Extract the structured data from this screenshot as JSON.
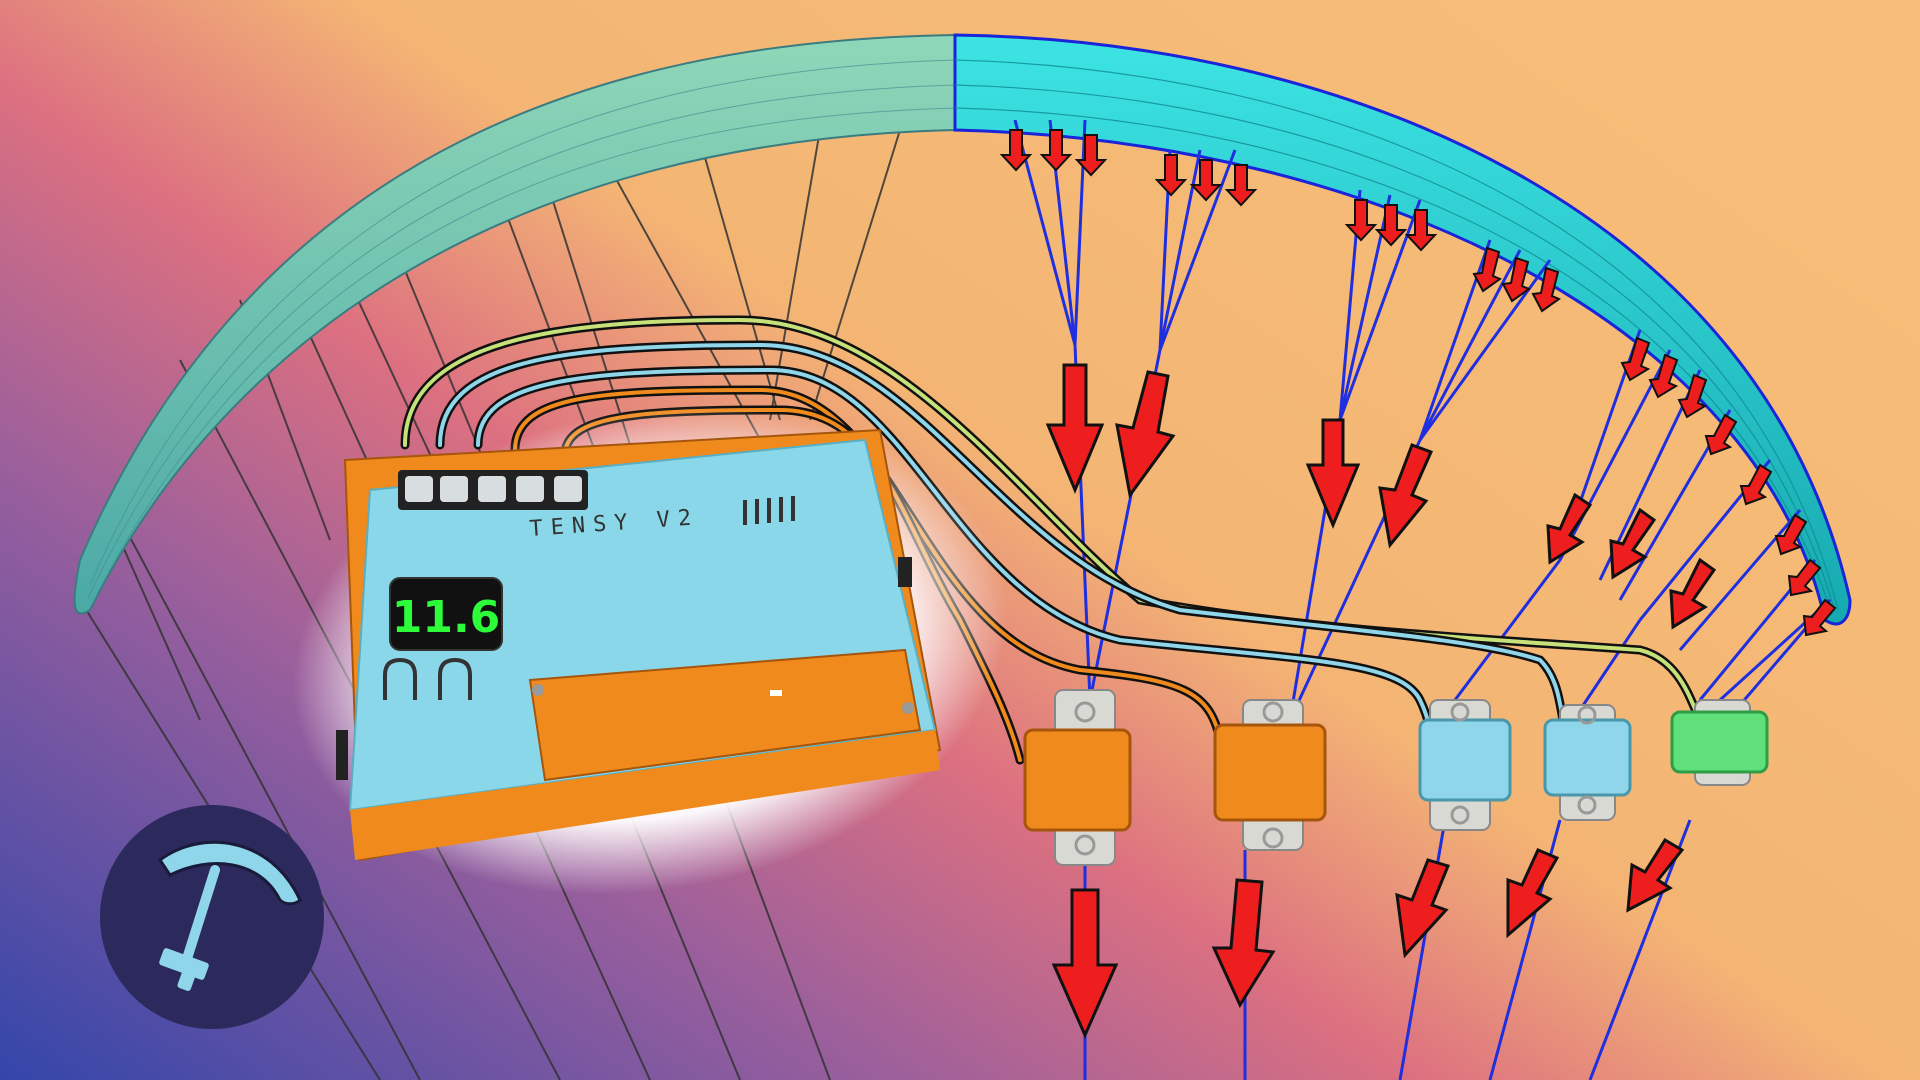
{
  "device": {
    "label": "TENSY V2",
    "display_value": "11.6"
  },
  "colors": {
    "bg_left_bottom": "#3b4ca8",
    "bg_middle": "#d46a82",
    "bg_right": "#f4bd76",
    "wing_left": "#6fc3b0",
    "wing_right": "#1fc9cc",
    "line_blue": "#1f2fe0",
    "arrow_red": "#ee1e1e",
    "device_blue": "#7ed3e6",
    "device_orange": "#f08a1c",
    "display_green": "#2cff3a",
    "sensor_orange": "#f08a1c",
    "sensor_blue": "#8fd6ea",
    "sensor_green": "#5fe07a",
    "logo_bg": "#2c2a5c",
    "logo_fg": "#8fd6ea"
  },
  "icons": {
    "logo": "paraglider-gauge-logo",
    "force_arrow": "red-arrow-icon",
    "sensor": "load-cell-sensor"
  }
}
